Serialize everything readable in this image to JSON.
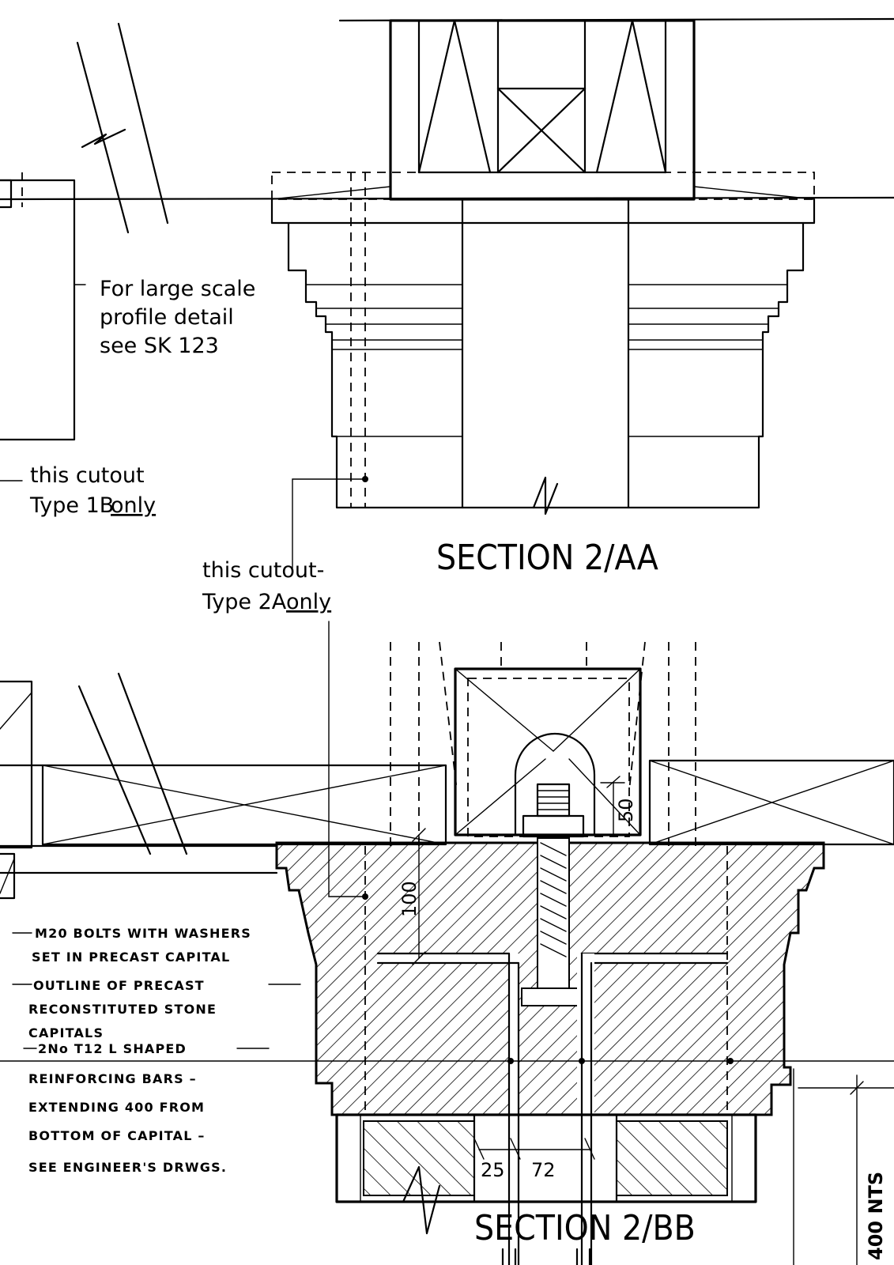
{
  "section_aa": {
    "title": "SECTION 2/AA",
    "note_profile": [
      "For large scale",
      "profile detail",
      "see  SK 123"
    ],
    "note_1b": [
      "this cutout",
      "Type 1B",
      "only"
    ],
    "note_2a": [
      "this cutout-",
      "Type 2A",
      "only"
    ]
  },
  "section_bb": {
    "title": "SECTION 2/BB",
    "notes": {
      "bolts": [
        "M20 BOLTS WITH WASHERS",
        "SET IN PRECAST CAPITAL"
      ],
      "outline": [
        "OUTLINE OF PRECAST",
        "RECONSTITUTED STONE",
        "CAPITALS"
      ],
      "bars": [
        "2No  T12  L SHAPED",
        "REINFORCING BARS –",
        "EXTENDING  400 FROM",
        "BOTTOM OF CAPITAL –",
        "SEE ENGINEER'S DRWGS."
      ]
    },
    "dimensions": {
      "d100": "100",
      "d50": "50",
      "d25": "25",
      "d72": "72",
      "d400": "400 NTS"
    }
  }
}
